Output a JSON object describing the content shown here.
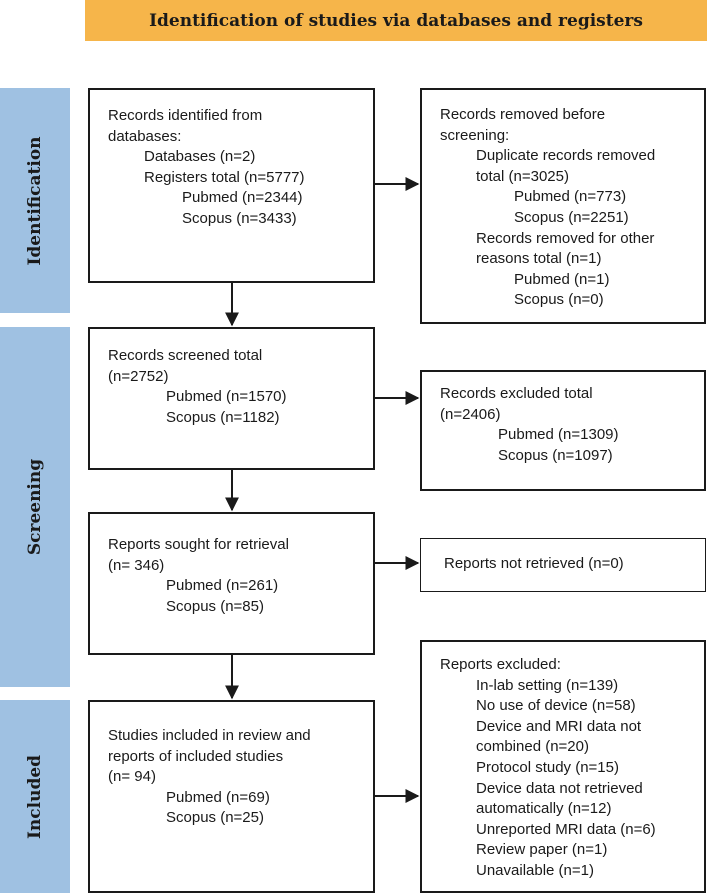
{
  "header": {
    "title": "Identification of studies via databases and registers"
  },
  "phases": {
    "identification": "Identification",
    "screening": "Screening",
    "included": "Included"
  },
  "boxes": {
    "records_identified": {
      "lines": [
        "Records identified from",
        "databases:",
        "Databases (n=2)",
        "Registers total (n=5777)",
        "Pubmed (n=2344)",
        "Scopus (n=3433)"
      ]
    },
    "records_removed": {
      "lines": [
        "Records removed before",
        "screening:",
        "Duplicate records removed",
        "total (n=3025)",
        "Pubmed (n=773)",
        "Scopus (n=2251)",
        "Records removed for other",
        "reasons total (n=1)",
        "Pubmed (n=1)",
        "Scopus (n=0)"
      ]
    },
    "records_screened": {
      "lines": [
        "Records screened total",
        "(n=2752)",
        "Pubmed (n=1570)",
        "Scopus (n=1182)"
      ]
    },
    "records_excluded": {
      "lines": [
        "Records excluded total",
        "(n=2406)",
        "Pubmed (n=1309)",
        "Scopus (n=1097)"
      ]
    },
    "reports_sought": {
      "lines": [
        "Reports sought for retrieval",
        "(n= 346)",
        "Pubmed (n=261)",
        "Scopus (n=85)"
      ]
    },
    "reports_not_retrieved": {
      "lines": [
        "Reports not retrieved  (n=0)"
      ]
    },
    "studies_included": {
      "lines": [
        "Studies included in review and",
        "reports of included studies",
        "(n= 94)",
        "Pubmed (n=69)",
        "Scopus (n=25)"
      ]
    },
    "reports_excluded": {
      "lines": [
        "Reports excluded:",
        "In-lab setting (n=139)",
        "No use of device (n=58)",
        "Device and MRI data not",
        "combined (n=20)",
        "Protocol study (n=15)",
        "Device data not retrieved",
        "automatically (n=12)",
        "Unreported MRI data (n=6)",
        "Review paper (n=1)",
        "Unavailable (n=1)"
      ]
    }
  }
}
